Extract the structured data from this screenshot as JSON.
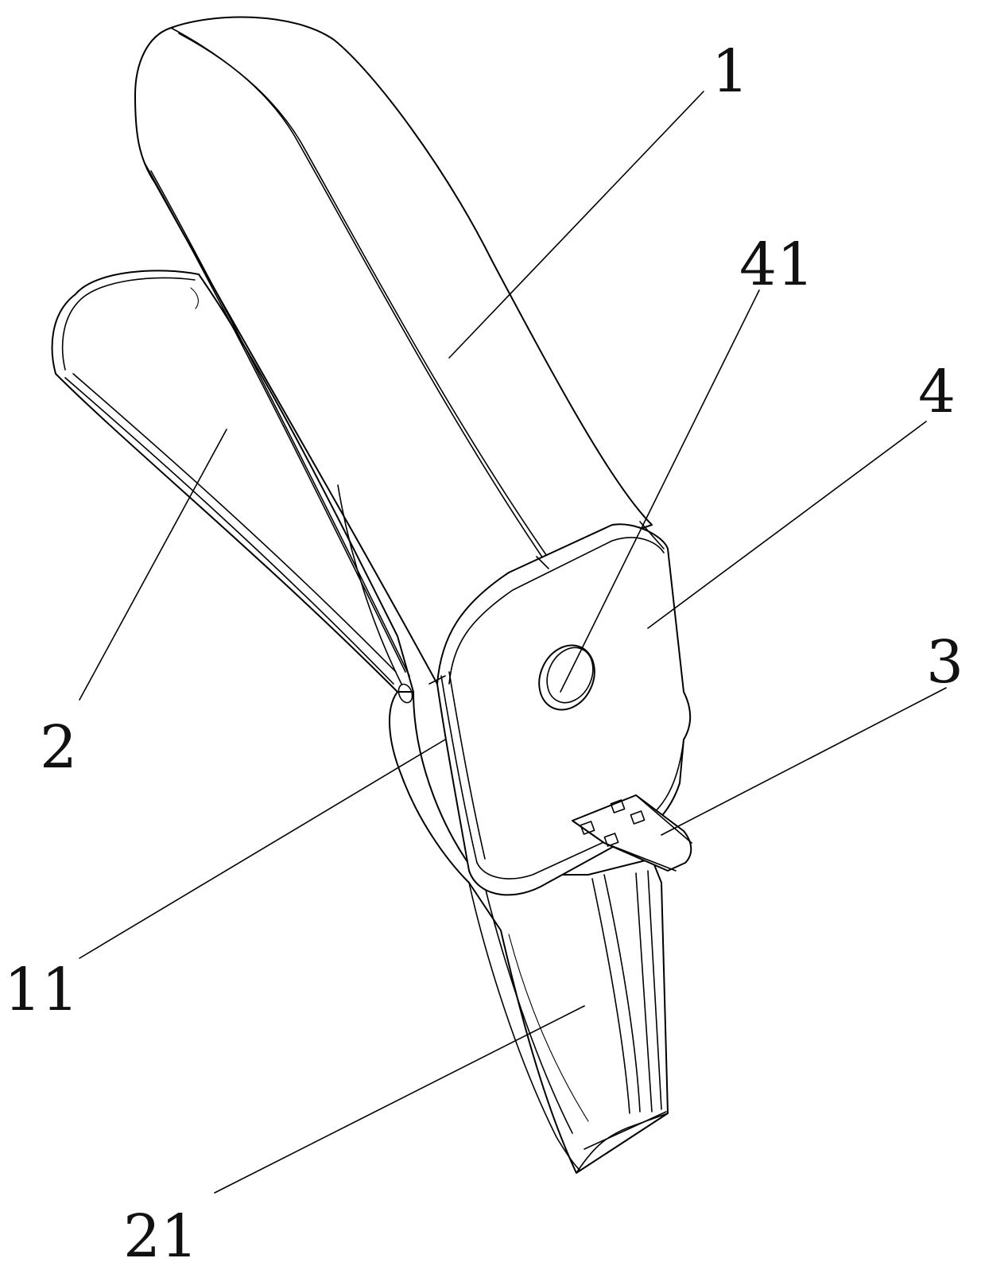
{
  "figure": {
    "line_color": "#000000",
    "background": "#ffffff",
    "callouts": [
      {
        "key": "upper_blade",
        "label": "1"
      },
      {
        "key": "lower_blade",
        "label": "2"
      },
      {
        "key": "latch",
        "label": "3"
      },
      {
        "key": "hinge_box",
        "label": "4"
      },
      {
        "key": "pivot_pin",
        "label": "41"
      },
      {
        "key": "joint_edge",
        "label": "11"
      },
      {
        "key": "handle_channel",
        "label": "21"
      }
    ]
  }
}
